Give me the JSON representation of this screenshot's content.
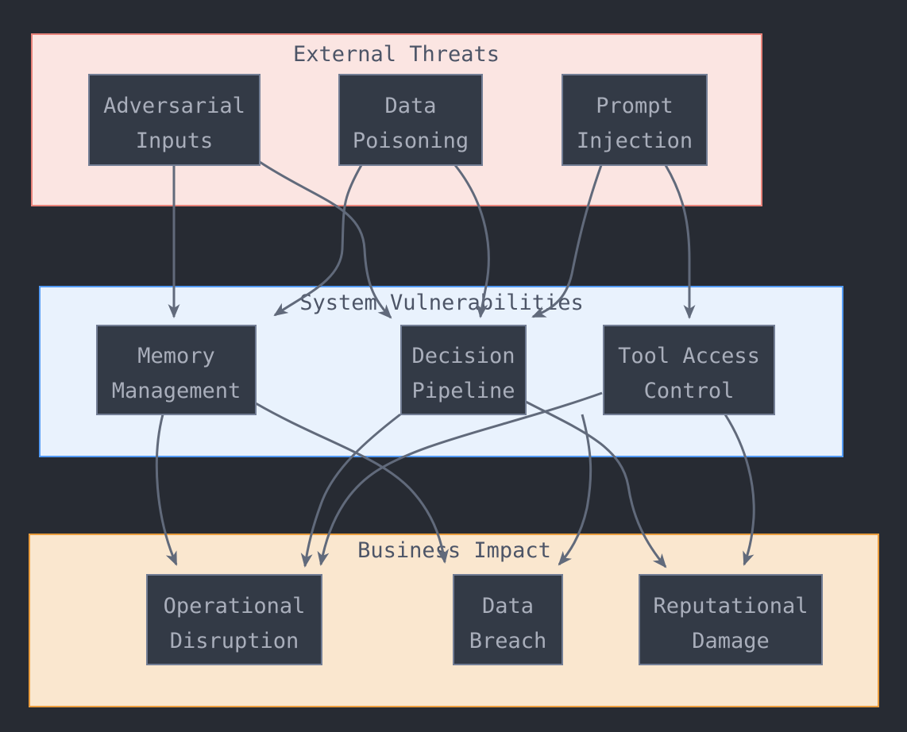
{
  "diagram": {
    "type": "flowchart",
    "groups": [
      {
        "id": "external-threats",
        "title": "External Threats",
        "fill": "#fbe5e2",
        "border": "#e8837a"
      },
      {
        "id": "system-vulnerabilities",
        "title": "System Vulnerabilities",
        "fill": "#e9f2fd",
        "border": "#539bf5"
      },
      {
        "id": "business-impact",
        "title": "Business Impact",
        "fill": "#fae7cf",
        "border": "#ea9d3e"
      }
    ],
    "nodes": [
      {
        "id": "adversarial-inputs",
        "label": "Adversarial Inputs",
        "line1": "Adversarial",
        "line2": "Inputs",
        "group": "External Threats"
      },
      {
        "id": "data-poisoning",
        "label": "Data Poisoning",
        "line1": "Data",
        "line2": "Poisoning",
        "group": "External Threats"
      },
      {
        "id": "prompt-injection",
        "label": "Prompt Injection",
        "line1": "Prompt",
        "line2": "Injection",
        "group": "External Threats"
      },
      {
        "id": "memory-management",
        "label": "Memory Management",
        "line1": "Memory",
        "line2": "Management",
        "group": "System Vulnerabilities"
      },
      {
        "id": "decision-pipeline",
        "label": "Decision Pipeline",
        "line1": "Decision",
        "line2": "Pipeline",
        "group": "System Vulnerabilities"
      },
      {
        "id": "tool-access-control",
        "label": "Tool Access Control",
        "line1": "Tool Access",
        "line2": "Control",
        "group": "System Vulnerabilities"
      },
      {
        "id": "operational-disruption",
        "label": "Operational Disruption",
        "line1": "Operational",
        "line2": "Disruption",
        "group": "Business Impact"
      },
      {
        "id": "data-breach",
        "label": "Data Breach",
        "line1": "Data",
        "line2": "Breach",
        "group": "Business Impact"
      },
      {
        "id": "reputational-damage",
        "label": "Reputational Damage",
        "line1": "Reputational",
        "line2": "Damage",
        "group": "Business Impact"
      }
    ],
    "edges": [
      {
        "from": "Adversarial Inputs",
        "to": "Memory Management"
      },
      {
        "from": "Adversarial Inputs",
        "to": "Decision Pipeline"
      },
      {
        "from": "Data Poisoning",
        "to": "Memory Management"
      },
      {
        "from": "Data Poisoning",
        "to": "Decision Pipeline"
      },
      {
        "from": "Prompt Injection",
        "to": "Decision Pipeline"
      },
      {
        "from": "Prompt Injection",
        "to": "Tool Access Control"
      },
      {
        "from": "Memory Management",
        "to": "Operational Disruption"
      },
      {
        "from": "Memory Management",
        "to": "Data Breach"
      },
      {
        "from": "Decision Pipeline",
        "to": "Operational Disruption"
      },
      {
        "from": "Decision Pipeline",
        "to": "Reputational Damage"
      },
      {
        "from": "Tool Access Control",
        "to": "Operational Disruption"
      },
      {
        "from": "Tool Access Control",
        "to": "Data Breach"
      },
      {
        "from": "Tool Access Control",
        "to": "Reputational Damage"
      }
    ],
    "colors": {
      "background": "#272b33",
      "node_fill": "#333a46",
      "node_border": "#737e95",
      "node_text": "#a9aebb",
      "group_title_text": "#4d5567",
      "edge": "#616a7b"
    }
  }
}
